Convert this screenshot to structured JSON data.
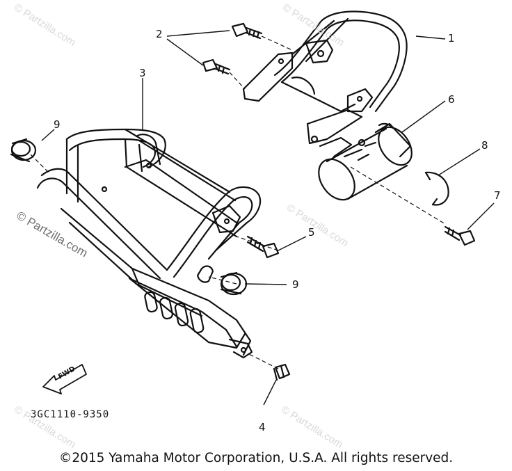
{
  "watermark": {
    "text": "© Partzilla.com"
  },
  "callouts": [
    "1",
    "2",
    "3",
    "4",
    "5",
    "6",
    "7",
    "8",
    "9",
    "9"
  ],
  "arrow_label": "FWD",
  "part_code": "3GC1110-9350",
  "copyright": "©2015 Yamaha Motor Corporation, U.S.A. All rights reserved."
}
